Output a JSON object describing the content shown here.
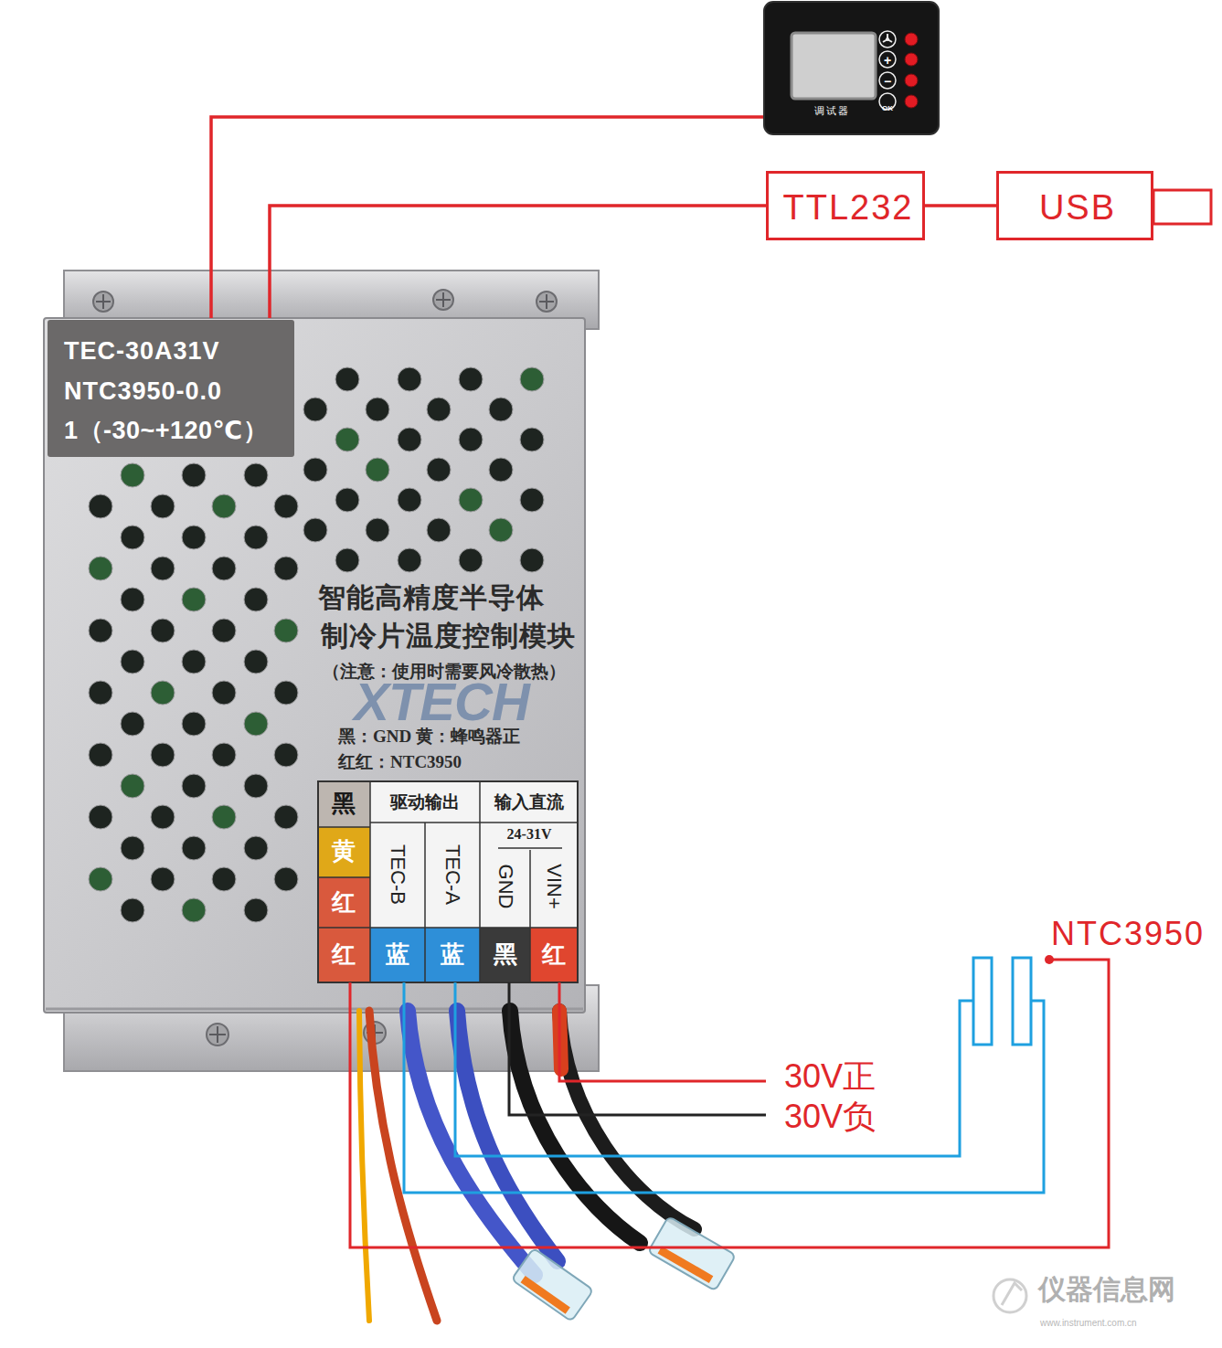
{
  "diagram": {
    "nodes": [
      {
        "text": [
          "调试器"
        ]
      },
      {
        "text": [
          "TTL232"
        ]
      },
      {
        "text": [
          "USB"
        ]
      },
      {
        "text": [
          "智能高精度半导体",
          "制冷片温度控制模块",
          "（注意：使用时需要风冷散热）",
          "XTECH",
          "黑：GND 黄：蜂鸣器正",
          "红红：NTC3950"
        ]
      },
      {
        "text": [
          "TEC-30A31V",
          "NTC3950-0.0",
          "1（-30~+120℃）"
        ],
        "in": 3
      }
    ],
    "edges": [
      {
        "from": 0,
        "to": 3,
        "arrow": "none"
      },
      {
        "from": 1,
        "to": 3,
        "arrow": "none"
      },
      {
        "from": 1,
        "to": 2,
        "arrow": "none"
      }
    ],
    "labels": [
      "+",
      "−",
      "OK",
      "黑",
      "黄",
      "红",
      "红",
      "驱动输出",
      "TEC-B",
      "TEC-A",
      "输入直流",
      "24-31V",
      "GND",
      "VIN+",
      "蓝",
      "蓝",
      "黑",
      "红",
      "NTC3950",
      "30V正",
      "30V负",
      "仪器信息网",
      "www.instrument.com.cn"
    ]
  }
}
